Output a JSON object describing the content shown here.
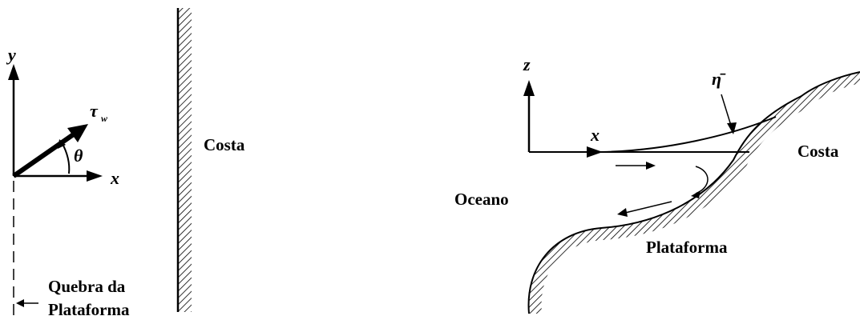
{
  "left_diagram": {
    "y_axis_label": "y",
    "x_axis_label": "x",
    "stress_symbol": "τ",
    "stress_subscript": "w",
    "angle_label": "θ",
    "coast_label": "Costa",
    "shelf_break_label_line1": "Quebra da",
    "shelf_break_label_line2": "Plataforma"
  },
  "right_diagram": {
    "z_axis_label": "z",
    "x_axis_label": "x",
    "eta_label": "η̄",
    "ocean_label": "Oceano",
    "coast_label": "Costa",
    "shelf_label": "Plataforma"
  }
}
